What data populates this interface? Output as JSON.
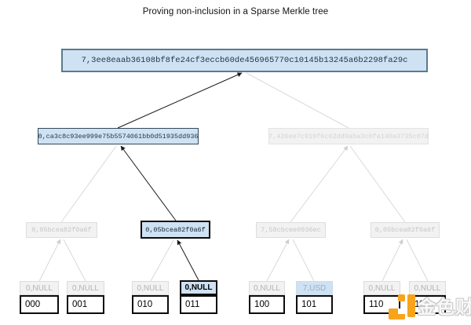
{
  "title": "Proving non-inclusion in a Sparse Merkle tree",
  "colors": {
    "highlight_fill": "#cfe2f3",
    "highlight_border": "#0c0c0c",
    "root_border": "#5a7b8c",
    "faded_fill": "#f2f2f2",
    "faded_border": "#dcdcdc",
    "faded_text": "#b3b3b3",
    "edge_black": "#1a1a1a",
    "edge_grey": "#d9d9d9",
    "watermark_orange": "#f7a41c"
  },
  "tree": {
    "root": {
      "label": "7,3ee8eaab36108bf8fe24cf3eccb60de456965770c10145b13245a6b2298fa29c",
      "state": "highlighted"
    },
    "level2": [
      {
        "label": "0,ca3c8c93ee999e75b5574061bb0d51935dd936",
        "state": "highlighted"
      },
      {
        "label": "7,426ee7c919f6c62dd9aba3c0fa140a3735c07d",
        "state": "faded"
      }
    ],
    "level3": [
      {
        "label": "0,05bcea82f0a6f",
        "state": "faded"
      },
      {
        "label": "0,05bcea82f0a6f",
        "state": "highlighted"
      },
      {
        "label": "7,58cbcee0936ec",
        "state": "faded"
      },
      {
        "label": "0,05bcea82f0a6f",
        "state": "faded"
      }
    ],
    "values": [
      {
        "label": "0,NULL",
        "state": "faded"
      },
      {
        "label": "0,NULL",
        "state": "faded"
      },
      {
        "label": "0,NULL",
        "state": "faded"
      },
      {
        "label": "0,NULL",
        "state": "highlighted"
      },
      {
        "label": "0,NULL",
        "state": "faded"
      },
      {
        "label": "7,USD",
        "state": "faded-value"
      },
      {
        "label": "0,NULL",
        "state": "faded"
      },
      {
        "label": "0,NULL",
        "state": "faded"
      }
    ],
    "leaves": [
      "000",
      "001",
      "010",
      "011",
      "100",
      "101",
      "110",
      "111"
    ]
  },
  "watermark": {
    "text": "金色财经",
    "logo": "jinse-finance-logo"
  }
}
